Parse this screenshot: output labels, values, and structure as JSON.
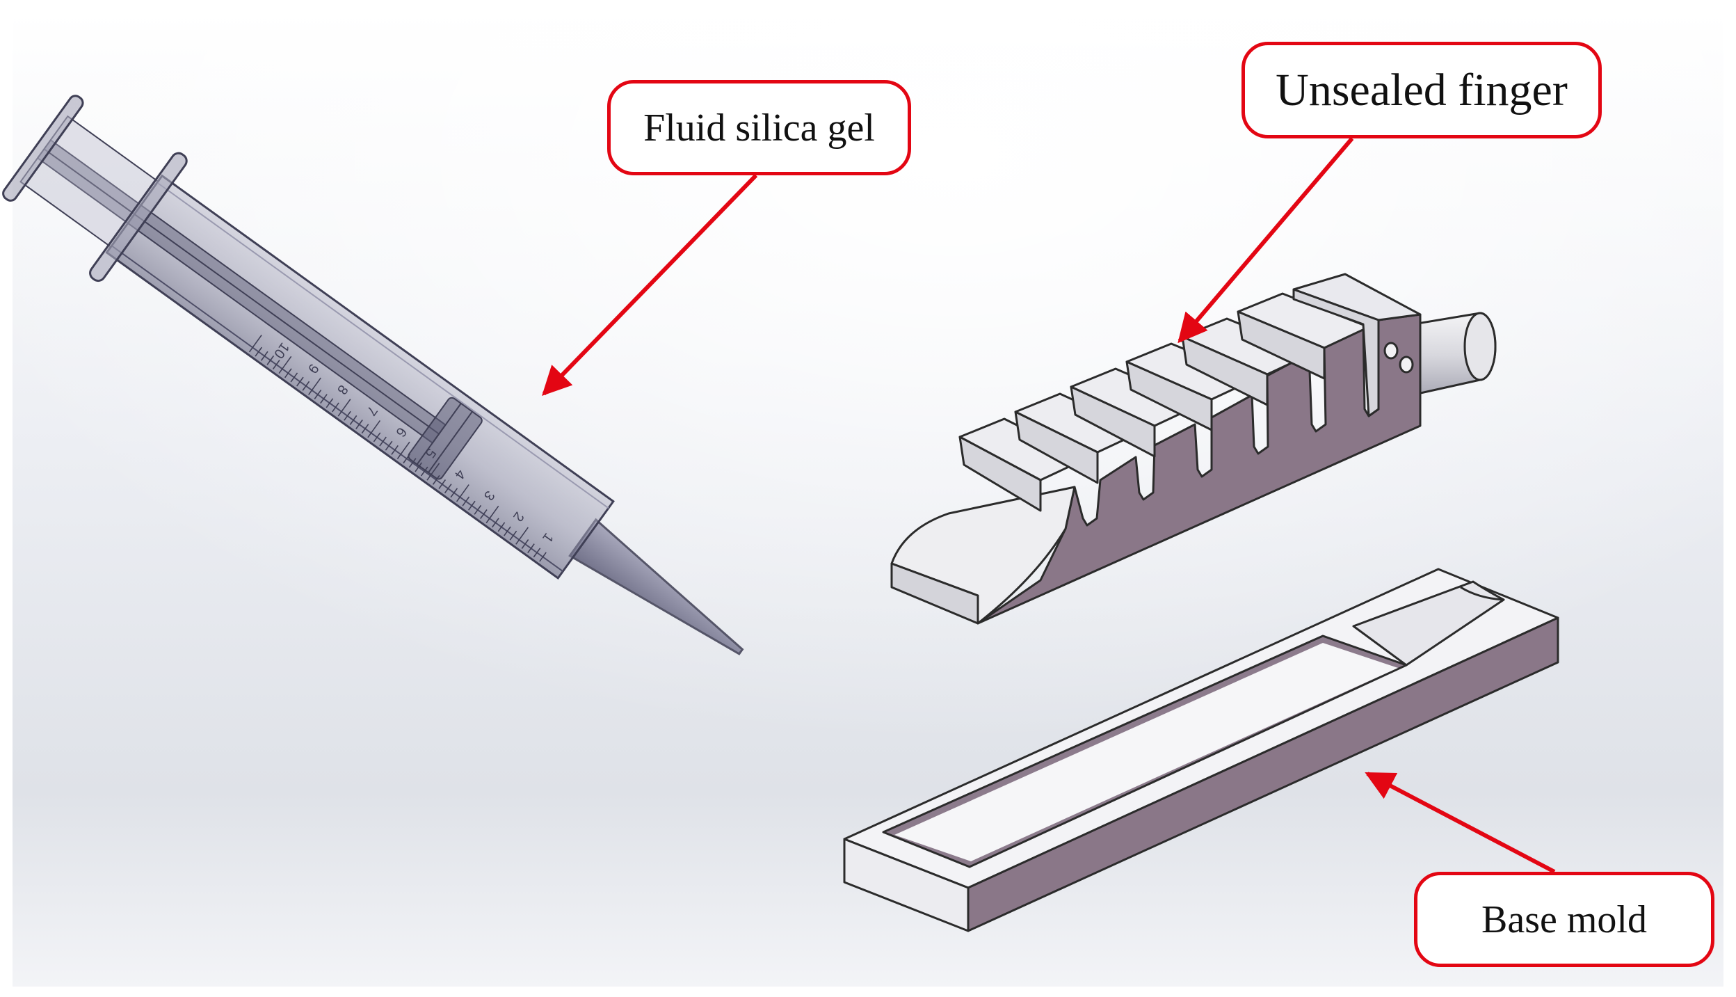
{
  "labels": {
    "fluid_silica_gel": "Fluid silica gel",
    "unsealed_finger": "Unsealed finger",
    "base_mold": "Base mold"
  },
  "colors": {
    "arrow": "#e30613",
    "callout_border": "#e30613",
    "mold_face": "#8a7788",
    "mold_top": "#f4f4f6",
    "syringe": "#7c7c94"
  },
  "syringe_scale_marks": [
    "1",
    "2",
    "3",
    "4",
    "5",
    "6",
    "7",
    "8",
    "9",
    "10"
  ]
}
